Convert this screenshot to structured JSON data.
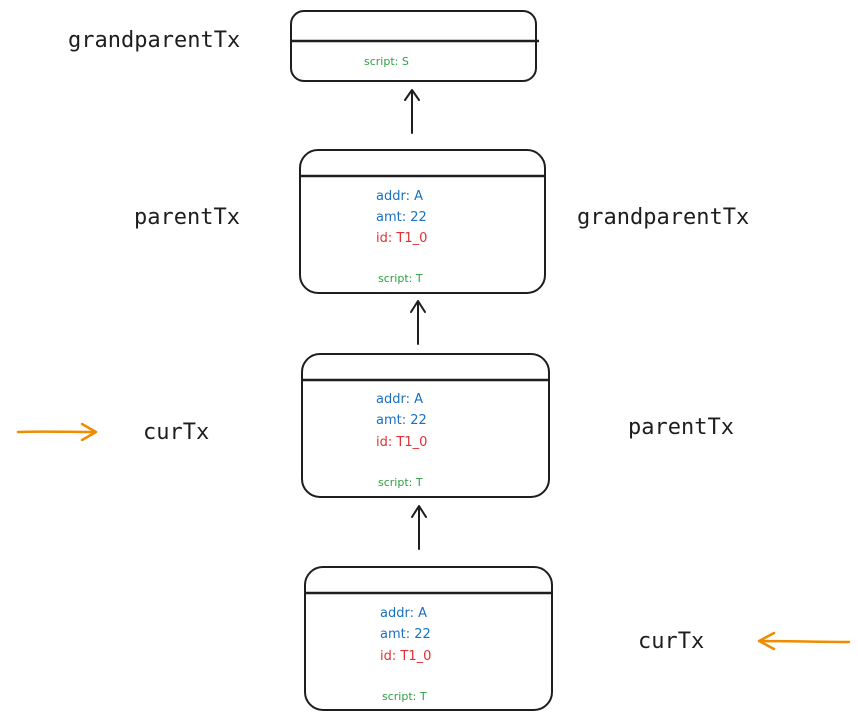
{
  "colors": {
    "ink": "#1e1e1e",
    "addr": "#1971c2",
    "amt": "#1971c2",
    "id": "#e03131",
    "script": "#2f9e44",
    "pointer": "#f08c00"
  },
  "transactions": [
    {
      "script": "script: S"
    },
    {
      "addr": "addr: A",
      "amt": "amt: 22",
      "id": "id: T1_0",
      "script": "script: T"
    },
    {
      "addr": "addr: A",
      "amt": "amt: 22",
      "id": "id: T1_0",
      "script": "script: T"
    },
    {
      "addr": "addr: A",
      "amt": "amt: 22",
      "id": "id: T1_0",
      "script": "script: T"
    }
  ],
  "left_labels": {
    "top": "grandparentTx",
    "middle": "parentTx",
    "lower": "curTx"
  },
  "right_labels": {
    "middle": "grandparentTx",
    "lower": "parentTx",
    "bottom": "curTx"
  }
}
